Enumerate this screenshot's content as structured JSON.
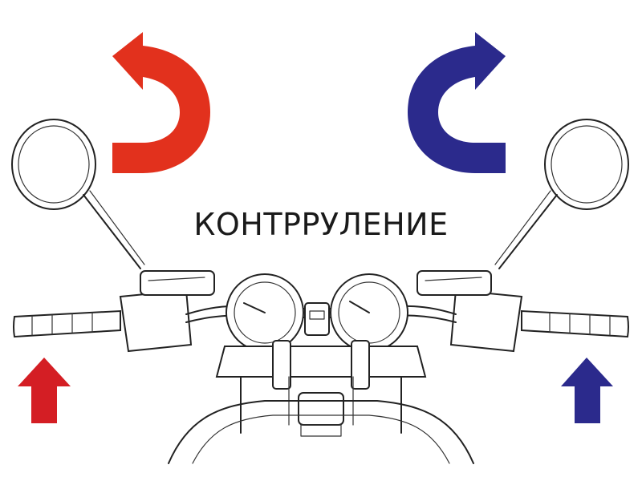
{
  "diagram": {
    "title": "КОНТРРУЛЕНИЕ",
    "colors": {
      "left_accent": "#e2311d",
      "right_accent": "#2b2a8c",
      "lines": "#222222",
      "background": "#ffffff"
    },
    "elements": {
      "left_turn_arrow": "curved-arrow-red",
      "right_turn_arrow": "curved-arrow-blue",
      "left_push_arrow": "up-arrow-red",
      "right_push_arrow": "up-arrow-blue",
      "illustration": "motorcycle-handlebar"
    }
  }
}
